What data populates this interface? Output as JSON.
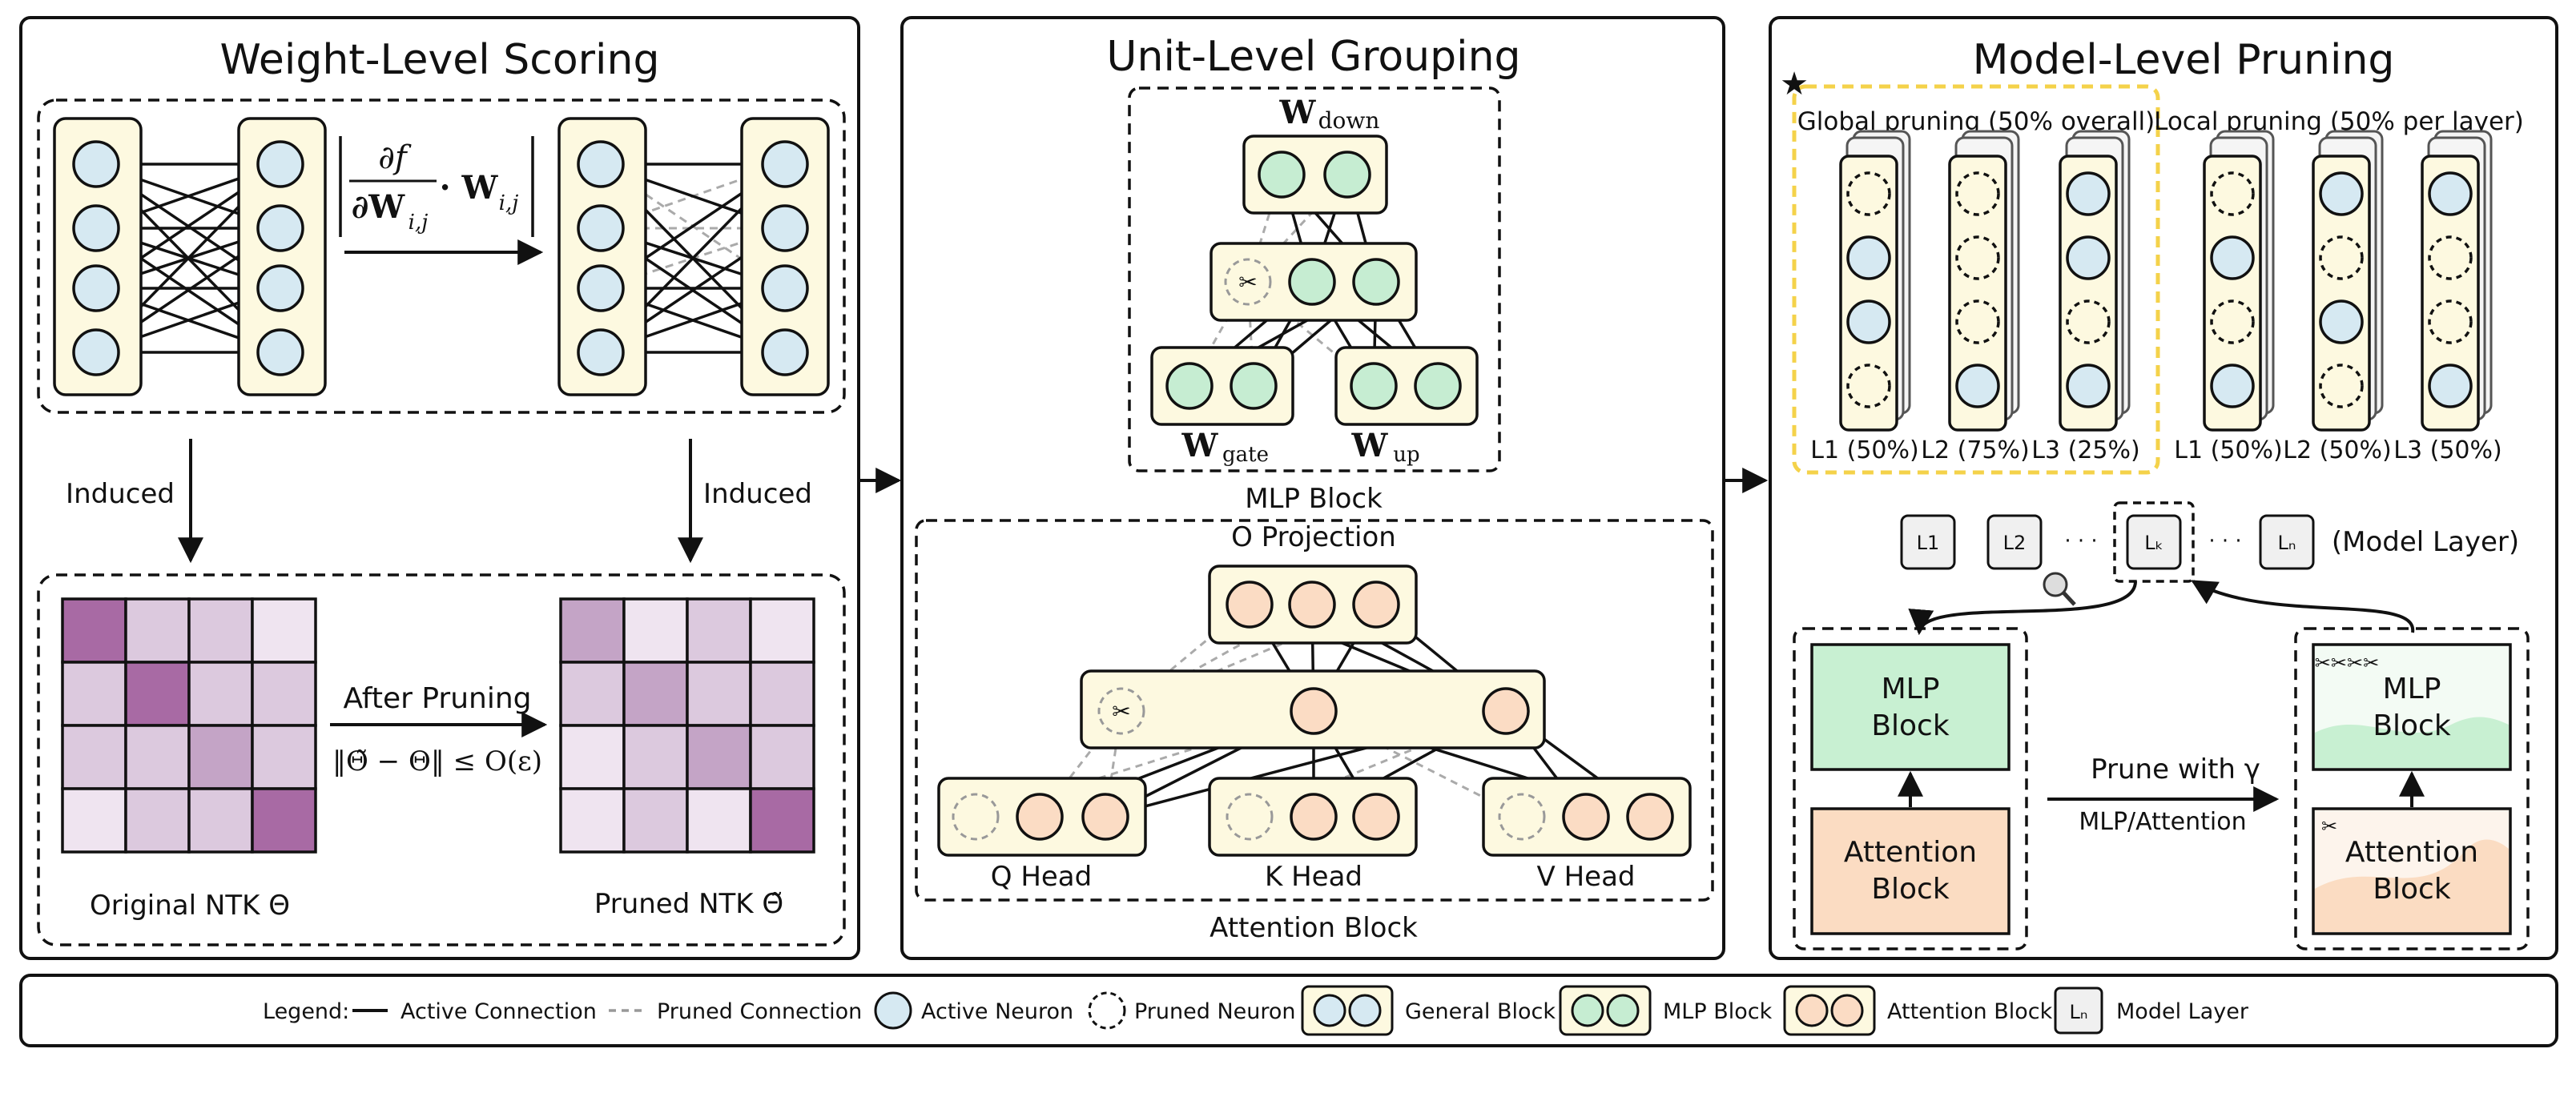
{
  "panels": {
    "weight": {
      "title": "Weight-Level Scoring",
      "formula_num": "∂f",
      "formula_den": "∂W",
      "formula_den_sub": "i,j",
      "formula_rhs": "· W",
      "formula_rhs_sub": "i,j",
      "induced_left": "Induced",
      "induced_right": "Induced",
      "after_pruning": "After Pruning",
      "bound": "‖Θ̃ − Θ‖ ≤ O(ε)",
      "original_label": "Original NTK Θ",
      "pruned_label": "Pruned NTK Θ̃"
    },
    "unit": {
      "title": "Unit-Level Grouping",
      "w_down": "W",
      "w_down_sub": "down",
      "w_gate": "W",
      "w_gate_sub": "gate",
      "w_up": "W",
      "w_up_sub": "up",
      "mlp_block_label": "MLP Block",
      "o_projection": "O Projection",
      "q_head": "Q Head",
      "k_head": "K Head",
      "v_head": "V Head",
      "attention_block_label": "Attention Block"
    },
    "model": {
      "title": "Model-Level Pruning",
      "global_label": "Global pruning (50% overall)",
      "local_label": "Local pruning (50% per layer)",
      "global_layers": [
        "L1 (50%)",
        "L2 (75%)",
        "L3 (25%)"
      ],
      "local_layers": [
        "L1 (50%)",
        "L2 (50%)",
        "L3 (50%)"
      ],
      "layer_chips": [
        "L1",
        "L2",
        "Lₖ",
        "Lₙ"
      ],
      "dots": "· · ·",
      "model_layer_label": "(Model Layer)",
      "mlp_block_1": "MLP",
      "mlp_block_2": "Block",
      "attn_block_1": "Attention",
      "attn_block_2": "Block",
      "prune_with": "Prune with γ",
      "mlp_attention": "MLP/Attention"
    }
  },
  "legend": {
    "title": "Legend:",
    "active_connection": "Active Connection",
    "pruned_connection": "Pruned Connection",
    "active_neuron": "Active Neuron",
    "pruned_neuron": "Pruned Neuron",
    "general_block": "General Block",
    "mlp_block": "MLP Block",
    "attention_block": "Attention Block",
    "model_layer_chip": "Lₙ",
    "model_layer": "Model Layer"
  },
  "colors": {
    "block_fill": "#fdf9e0",
    "neuron_fill": "#d6e9f2",
    "mlp_neuron": "#c6edd2",
    "attn_neuron": "#fbdcc4",
    "mlp_block": "#c8f0d2",
    "attn_block": "#fbdcc2",
    "ntk_dark": "#a86aa4",
    "ntk_mid": "#c4a4c6",
    "ntk_light": "#dcc9de",
    "ntk_pale": "#efe4f0",
    "highlight": "#f4d24a"
  },
  "ntk": {
    "original": [
      [
        3,
        1,
        1,
        0
      ],
      [
        1,
        3,
        1,
        1
      ],
      [
        1,
        1,
        2,
        1
      ],
      [
        0,
        1,
        1,
        3
      ]
    ],
    "pruned": [
      [
        2,
        0,
        1,
        0
      ],
      [
        1,
        2,
        1,
        1
      ],
      [
        0,
        1,
        2,
        1
      ],
      [
        0,
        1,
        0,
        3
      ]
    ]
  }
}
